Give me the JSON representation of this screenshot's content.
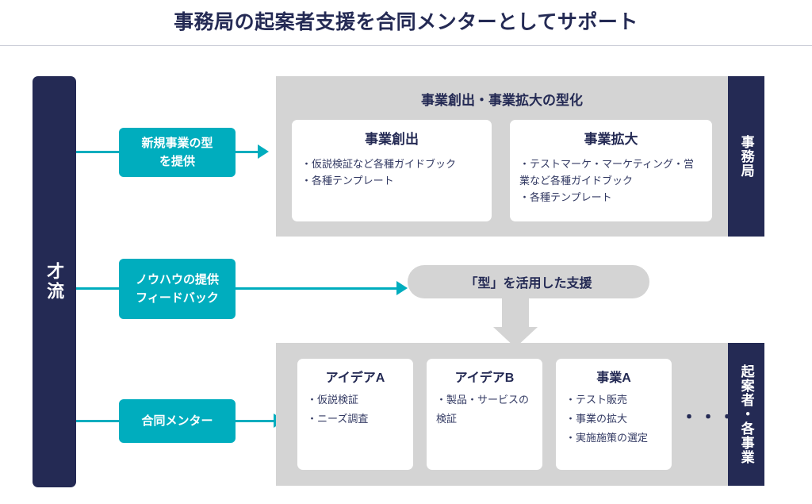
{
  "header": {
    "title": "事務局の起案者支援を合同メンターとしてサポート"
  },
  "colors": {
    "navy": "#242a54",
    "teal": "#00adbe",
    "panel_gray": "#d4d4d4",
    "card_white": "#ffffff"
  },
  "brand_bar": {
    "label": "才流"
  },
  "actions": [
    {
      "label": "新規事業の型\nを提供"
    },
    {
      "label": "ノウハウの提供\nフィードバック"
    },
    {
      "label": "合同メンター"
    }
  ],
  "action_labels": {
    "first_line_1": "新規事業の型",
    "second_line_1": "を提供",
    "first_line_2": "ノウハウの提供",
    "second_line_2": "フィードバック",
    "line_3": "合同メンター"
  },
  "top_panel": {
    "title": "事業創出・事業拡大の型化",
    "side_label": "事務局",
    "cards": [
      {
        "title": "事業創出",
        "bullets": [
          "・仮説検証など各種ガイドブック",
          "・各種テンプレート"
        ]
      },
      {
        "title": "事業拡大",
        "bullets": [
          "・テストマーケ・マーケティング・営業など各種ガイドブック",
          "・各種テンプレート"
        ]
      }
    ]
  },
  "middle": {
    "pill_label": "「型」を活用した支援"
  },
  "bottom_panel": {
    "side_label": "起案者・各事業",
    "ellipsis": "・・・",
    "cards": [
      {
        "title": "アイデアA",
        "bullets": [
          "・仮説検証",
          "・ニーズ調査"
        ]
      },
      {
        "title": "アイデアB",
        "bullets": [
          "・製品・サービスの検証"
        ]
      },
      {
        "title": "事業A",
        "bullets": [
          "・テスト販売",
          "・事業の拡大",
          "・実施施策の選定"
        ]
      }
    ]
  }
}
